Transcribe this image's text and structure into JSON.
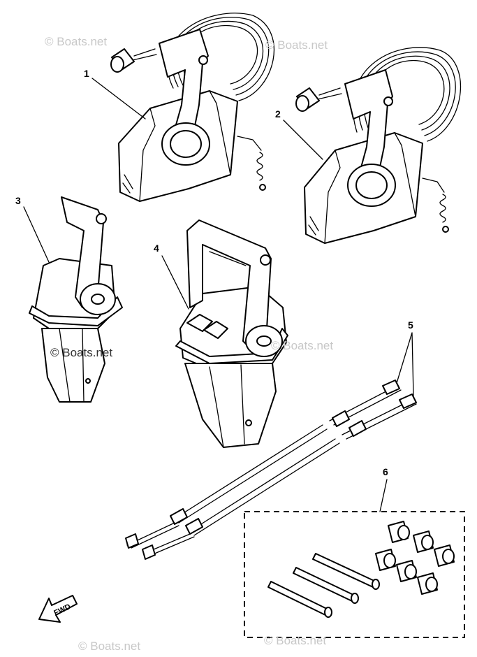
{
  "diagram": {
    "callouts": [
      "1",
      "2",
      "3",
      "4",
      "5",
      "6"
    ],
    "direction_label": "FWD",
    "watermarks": [
      "© Boats.net",
      "© Boats.net",
      "© Boats.net",
      "© Boats.net",
      "© Boats.net",
      "© Boats.net"
    ]
  }
}
